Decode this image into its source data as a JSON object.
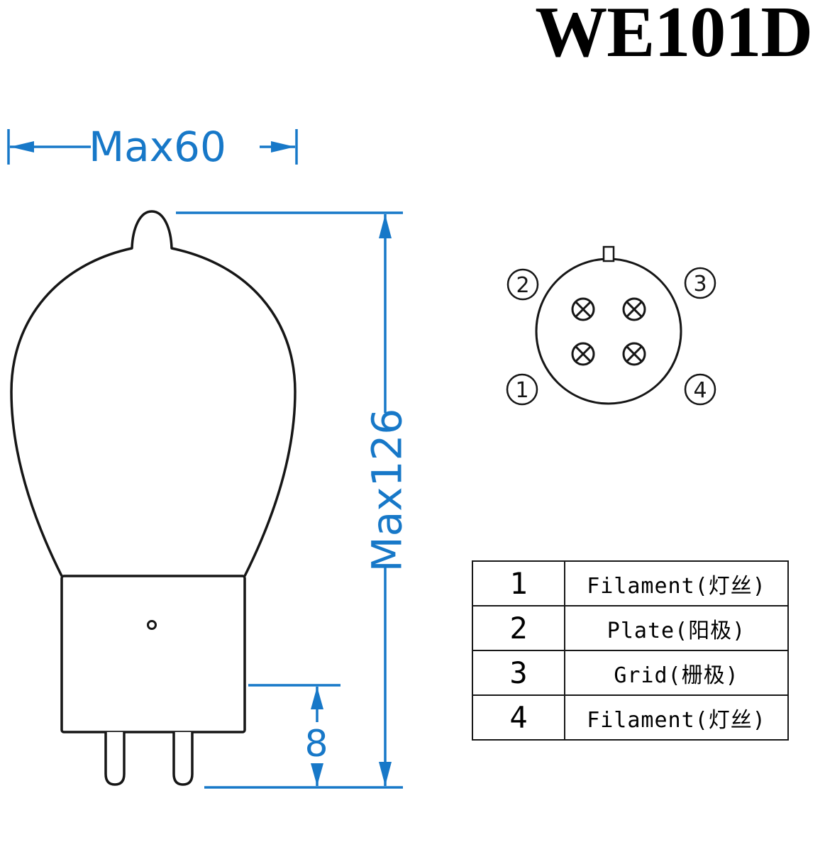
{
  "title": "WE101D",
  "colors": {
    "dimension_blue": "#1778c8",
    "line_black": "#161616"
  },
  "dimensions": {
    "width_label": "Max60",
    "height_label": "Max126",
    "pin_length_label": "8"
  },
  "pin_diagram": {
    "pins": [
      {
        "number": "1",
        "position": "bottom-left"
      },
      {
        "number": "2",
        "position": "top-left"
      },
      {
        "number": "3",
        "position": "top-right"
      },
      {
        "number": "4",
        "position": "bottom-right"
      }
    ]
  },
  "pinout_table": {
    "rows": [
      {
        "pin": "1",
        "label": "Filament(灯丝)"
      },
      {
        "pin": "2",
        "label": "Plate(阳极)"
      },
      {
        "pin": "3",
        "label": "Grid(栅极)"
      },
      {
        "pin": "4",
        "label": "Filament(灯丝)"
      }
    ]
  }
}
